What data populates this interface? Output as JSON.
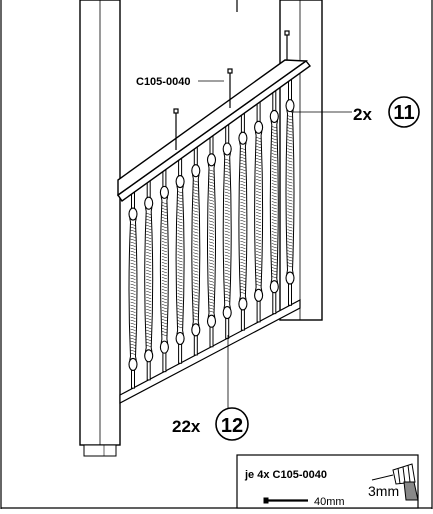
{
  "drawing": {
    "screw_label": "C105-0040",
    "callout_rail": {
      "count_text": "2x",
      "part_number": "11"
    },
    "callout_baluster": {
      "count_text": "22x",
      "part_number": "12"
    }
  },
  "legend": {
    "title": "je 4x C105-0040",
    "drill_bit": "3mm",
    "screw_length": "40mm"
  },
  "colors": {
    "line": "#000000",
    "background": "#ffffff"
  }
}
